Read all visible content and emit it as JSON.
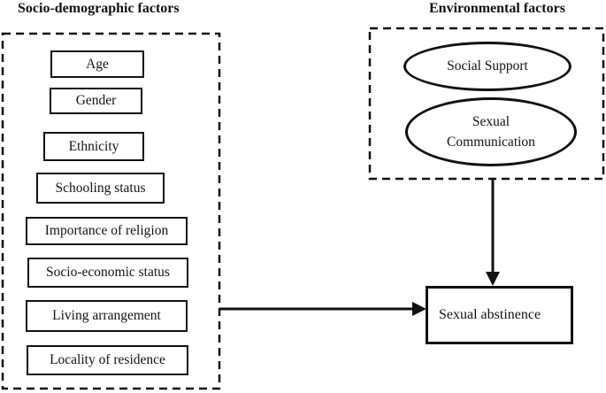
{
  "page": {
    "background_color": "#ffffff",
    "line_color": "#111111"
  },
  "socio_demographic": {
    "heading": "Socio-demographic factors",
    "factors": [
      "Age",
      "Gender",
      "Ethnicity",
      "Schooling status",
      "Importance of religion",
      "Socio-economic status",
      "Living arrangement",
      "Locality of residence"
    ]
  },
  "environmental": {
    "heading": "Environmental factors",
    "factors": [
      "Social Support",
      "Sexual Communication"
    ]
  },
  "outcome": {
    "label": "Sexual abstinence"
  }
}
